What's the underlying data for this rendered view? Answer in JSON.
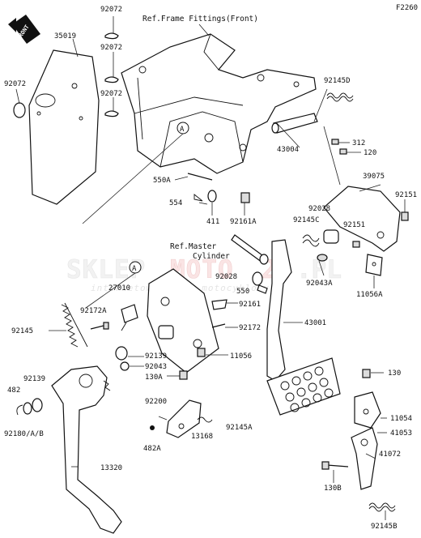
{
  "diagram_code": "F2260",
  "references": {
    "frame_fittings": "Ref.Frame Fittings(Front)",
    "master_cylinder_1": "Ref.Master",
    "master_cylinder_2": "Cylinder"
  },
  "front_badge": "FRONT",
  "callout_marker": "A",
  "watermark": {
    "brand_a": "SKLEP",
    "brand_b": "MOTO",
    "brand_c": "24",
    "tld": ".PL",
    "tagline": "internetowy sklep motocyklowy"
  },
  "part_labels": {
    "p92072_top": "92072",
    "p35019": "35019",
    "p92072_2": "92072",
    "p92072_left": "92072",
    "p92072_3": "92072",
    "p92145D": "92145D",
    "p312": "312",
    "p120": "120",
    "p43004": "43004",
    "p39075": "39075",
    "p92151_a": "92151",
    "p550A": "550A",
    "p554": "554",
    "p411": "411",
    "p92161A": "92161A",
    "p92028_a": "92028",
    "p92145C": "92145C",
    "p92151_b": "92151",
    "p92043A": "92043A",
    "p11056A": "11056A",
    "p92028_b": "92028",
    "p550": "550",
    "p27010": "27010",
    "p92172A": "92172A",
    "p92161": "92161",
    "p92145": "92145",
    "p92172": "92172",
    "p43001": "43001",
    "p92139_a": "92139",
    "p11056": "11056",
    "p92043": "92043",
    "p130A": "130A",
    "p92139_b": "92139",
    "p482": "482",
    "p92180": "92180/A/B",
    "p92200": "92200",
    "p92145A": "92145A",
    "p482A": "482A",
    "p13168": "13168",
    "p130": "130",
    "p11054": "11054",
    "p41053": "41053",
    "p41072": "41072",
    "p13320": "13320",
    "p130B": "130B",
    "p92145B": "92145B"
  }
}
